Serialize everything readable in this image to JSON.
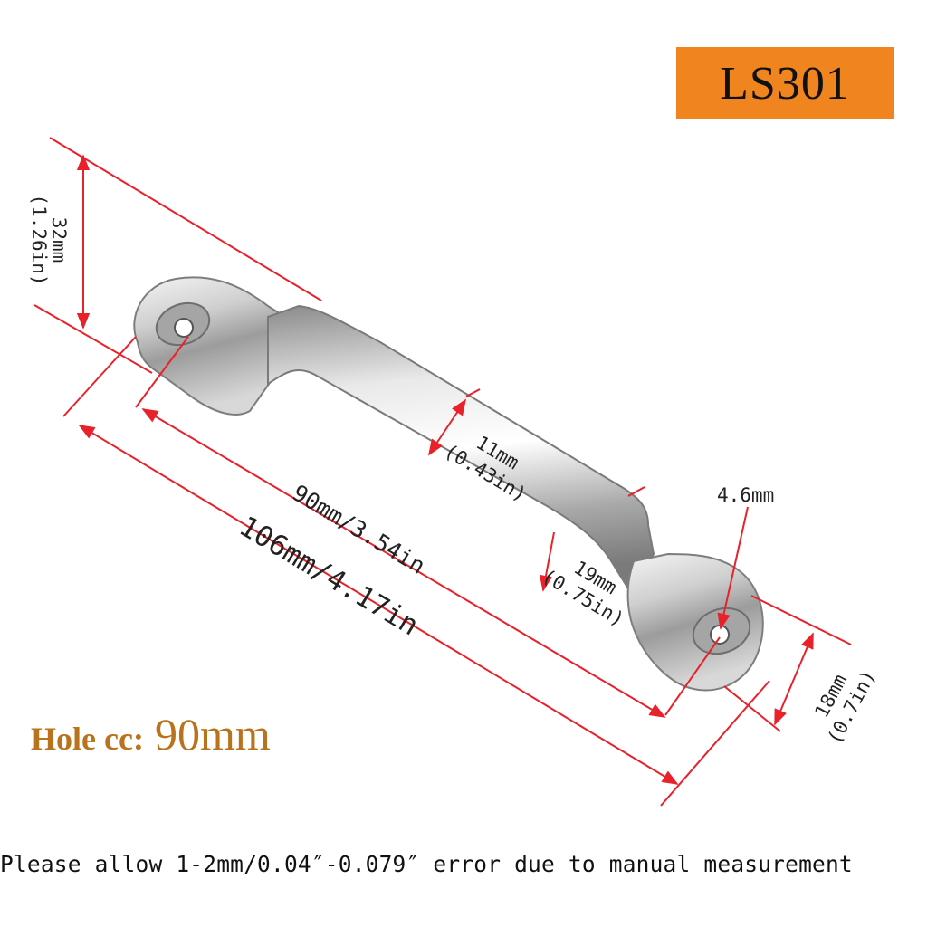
{
  "model_badge": "LS301",
  "hole_cc": {
    "label": "Hole cc:",
    "value": "90mm"
  },
  "dimensions": {
    "overall_height": {
      "mm": "32mm",
      "inch": "(1.26in)"
    },
    "overall_length": {
      "mm": "106mm/4.17in"
    },
    "hole_spacing": {
      "mm": "90mm/3.54in"
    },
    "grip_width": {
      "mm": "11mm",
      "inch": "(0.43in)"
    },
    "grip_height": {
      "mm": "19mm",
      "inch": "(0.75in)"
    },
    "hole_diameter": {
      "mm": "4.6mm"
    },
    "foot_width": {
      "mm": "18mm",
      "inch": "(0.7in)"
    }
  },
  "disclaimer": "Please allow 1-2mm/0.04″-0.079″ error due to manual measurement",
  "colors": {
    "dimension_line": "#e8212a",
    "badge": "#f0851f",
    "hole_cc_text": "#b8731c",
    "metal": "#c9c9c9"
  }
}
